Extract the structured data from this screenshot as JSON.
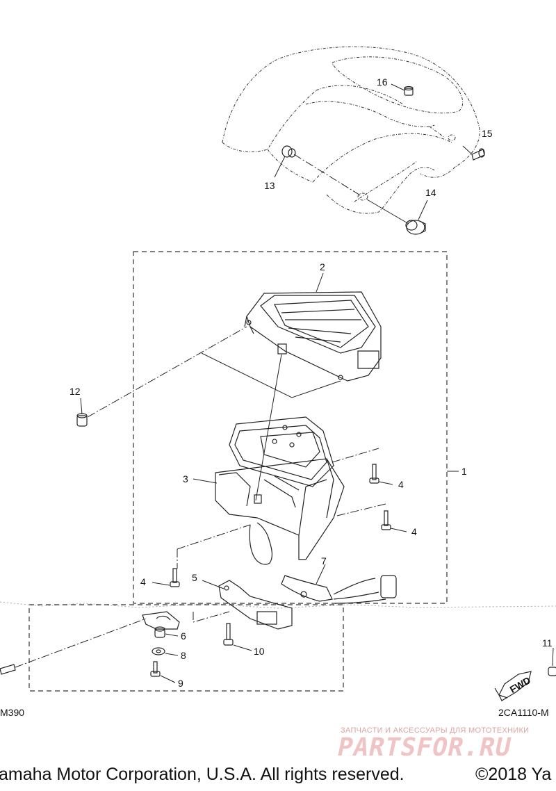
{
  "callouts": {
    "c1": "1",
    "c2": "2",
    "c3": "3",
    "c4a": "4",
    "c4b": "4",
    "c4c": "4",
    "c5": "5",
    "c6": "6",
    "c7": "7",
    "c8": "8",
    "c9": "9",
    "c10": "10",
    "c11": "11",
    "c12": "12",
    "c13": "13",
    "c14": "14",
    "c15": "15",
    "c16": "16"
  },
  "refs": {
    "left_ref": "M390",
    "right_ref": "2CA1110-M",
    "fwd": "FWD"
  },
  "footer": {
    "copyright_left": "amaha Motor Corporation, U.S.A. All rights reserved.",
    "copyright_right": "©2018 Ya"
  },
  "watermark": {
    "tagline": "ЗАПЧАСТИ И АКСЕССУАРЫ ДЛЯ МОТОТЕХНИКИ",
    "brand": "PARTSFOR.RU"
  }
}
